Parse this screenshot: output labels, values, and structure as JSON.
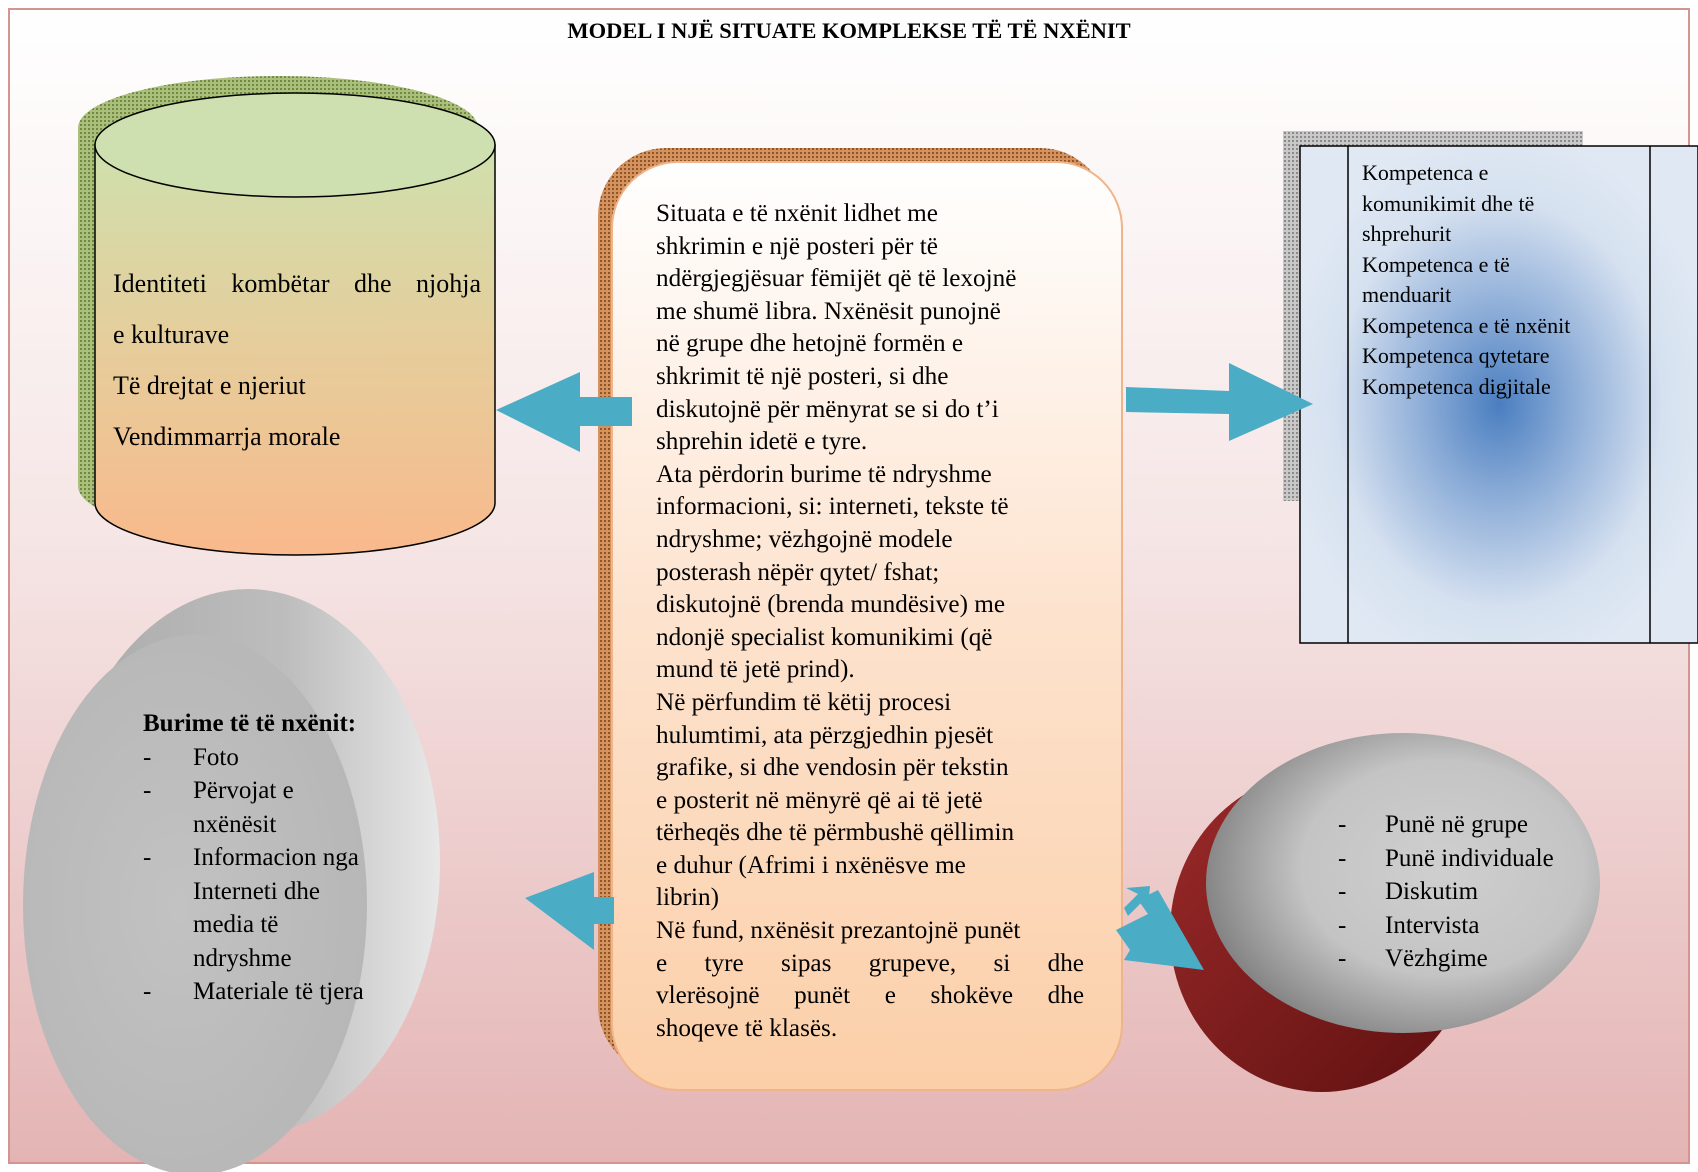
{
  "title": "MODEL I NJË SITUATE KOMPLEKSE TË TË NXËNIT",
  "left_cylinder": {
    "lines": [
      "Identiteti kombëtar dhe njohja",
      "e kulturave",
      "Të drejtat e njeriut",
      "Vendimmarrja morale"
    ]
  },
  "center_box": {
    "lines": [
      "Situata e të nxënit  lidhet me",
      "shkrimin e një posteri për të",
      "ndërgjegjësuar fëmijët që të lexojnë",
      "me shumë libra. Nxënësit punojnë",
      "në grupe dhe hetojnë formën e",
      "shkrimit të një posteri, si dhe",
      "diskutojnë për mënyrat se si do t’i",
      "shprehin idetë e tyre.",
      "Ata përdorin burime të ndryshme",
      "informacioni, si: interneti, tekste të",
      "ndryshme; vëzhgojnë modele",
      "posterash nëpër qytet/ fshat;",
      "diskutojnë (brenda mundësive) me",
      "ndonjë specialist komunikimi (që",
      "mund të jetë prind).",
      "Në përfundim të këtij procesi",
      "hulumtimi,  ata përzgjedhin pjesët",
      "grafike, si dhe vendosin për tekstin",
      "e posterit në mënyrë që ai të jetë",
      "tërheqës dhe të përmbushë qëllimin",
      "e duhur (Afrimi i nxënësve me",
      "librin)",
      "Në fund, nxënësit prezantojnë punët",
      "e tyre sipas grupeve, si dhe",
      "vlerësojnë punët e shokëve dhe",
      "shoqeve të klasës."
    ]
  },
  "competences": {
    "lines": [
      "Kompetenca e",
      "komunikimit dhe të",
      "shprehurit",
      "Kompetenca e të",
      "menduarit",
      "Kompetenca e të nxënit",
      "Kompetenca qytetare",
      "Kompetenca digjitale"
    ]
  },
  "sources": {
    "heading": "Burime të të nxënit:",
    "items": [
      [
        "Foto"
      ],
      [
        "Përvojat e",
        "nxënësit"
      ],
      [
        "Informacion nga",
        "Interneti dhe",
        "media të",
        "ndryshme"
      ],
      [
        "Materiale të tjera"
      ]
    ]
  },
  "methods": {
    "items": [
      "Punë në grupe",
      "Punë individuale",
      "Diskutim",
      "Intervista",
      "Vëzhgime"
    ]
  },
  "colors": {
    "page_border": "#c0504d",
    "bg_top": "#ffffff",
    "bg_bottom": "#e5b8b7",
    "cylinder_top": "#d0e1b0",
    "cylinder_bottom": "#f8b98a",
    "arrow": "#4bacc6",
    "center_box_shadow": "#c0804a",
    "competence_panel": "#dbe5f1",
    "competence_glow": "#4f81bd",
    "disc_grey": "#bfbfbf",
    "disc_dark_red": "#7b1b1b"
  }
}
